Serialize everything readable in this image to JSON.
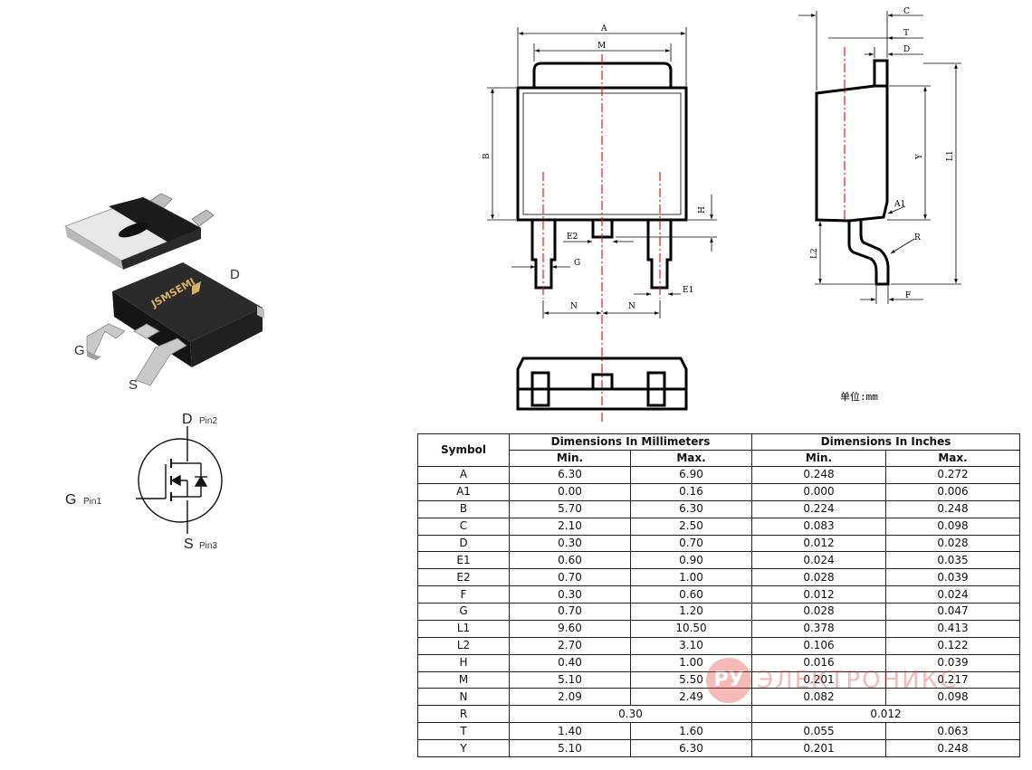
{
  "package": {
    "brand_label": "JSMSEMI",
    "lead_d": "D",
    "lead_g": "G",
    "lead_s": "S"
  },
  "schematic": {
    "d_letter": "D",
    "d_pin": "Pin2",
    "g_letter": "G",
    "g_pin": "Pin1",
    "s_letter": "S",
    "s_pin": "Pin3"
  },
  "dims": {
    "A": "A",
    "M": "M",
    "B": "B",
    "H": "H",
    "E2": "E2",
    "G": "G",
    "E1": "E1",
    "N1": "N",
    "N2": "N",
    "C": "C",
    "T": "T",
    "D": "D",
    "Y": "Y",
    "L1": "L1",
    "A1": "A1",
    "L2": "L2",
    "R": "R",
    "F": "F"
  },
  "unit_label": "单位:mm",
  "watermark": {
    "badge": "РУ",
    "text": "ЭЛЕКТРОНИКС"
  },
  "table": {
    "symbol_header": "Symbol",
    "mm_header": "Dimensions In Millimeters",
    "in_header": "Dimensions In Inches",
    "min": "Min.",
    "max": "Max.",
    "rows": [
      {
        "s": "A",
        "a": "6.30",
        "b": "6.90",
        "c": "0.248",
        "d": "0.272"
      },
      {
        "s": "A1",
        "a": "0.00",
        "b": "0.16",
        "c": "0.000",
        "d": "0.006"
      },
      {
        "s": "B",
        "a": "5.70",
        "b": "6.30",
        "c": "0.224",
        "d": "0.248"
      },
      {
        "s": "C",
        "a": "2.10",
        "b": "2.50",
        "c": "0.083",
        "d": "0.098"
      },
      {
        "s": "D",
        "a": "0.30",
        "b": "0.70",
        "c": "0.012",
        "d": "0.028"
      },
      {
        "s": "E1",
        "a": "0.60",
        "b": "0.90",
        "c": "0.024",
        "d": "0.035"
      },
      {
        "s": "E2",
        "a": "0.70",
        "b": "1.00",
        "c": "0.028",
        "d": "0.039"
      },
      {
        "s": "F",
        "a": "0.30",
        "b": "0.60",
        "c": "0.012",
        "d": "0.024"
      },
      {
        "s": "G",
        "a": "0.70",
        "b": "1.20",
        "c": "0.028",
        "d": "0.047"
      },
      {
        "s": "L1",
        "a": "9.60",
        "b": "10.50",
        "c": "0.378",
        "d": "0.413"
      },
      {
        "s": "L2",
        "a": "2.70",
        "b": "3.10",
        "c": "0.106",
        "d": "0.122"
      },
      {
        "s": "H",
        "a": "0.40",
        "b": "1.00",
        "c": "0.016",
        "d": "0.039"
      },
      {
        "s": "M",
        "a": "5.10",
        "b": "5.50",
        "c": "0.201",
        "d": "0.217"
      },
      {
        "s": "N",
        "a": "2.09",
        "b": "2.49",
        "c": "0.082",
        "d": "0.098"
      },
      {
        "s": "R",
        "a": "0.30",
        "c": "0.012"
      },
      {
        "s": "T",
        "a": "1.40",
        "b": "1.60",
        "c": "0.055",
        "d": "0.063"
      },
      {
        "s": "Y",
        "a": "5.10",
        "b": "6.30",
        "c": "0.201",
        "d": "0.248"
      }
    ]
  }
}
